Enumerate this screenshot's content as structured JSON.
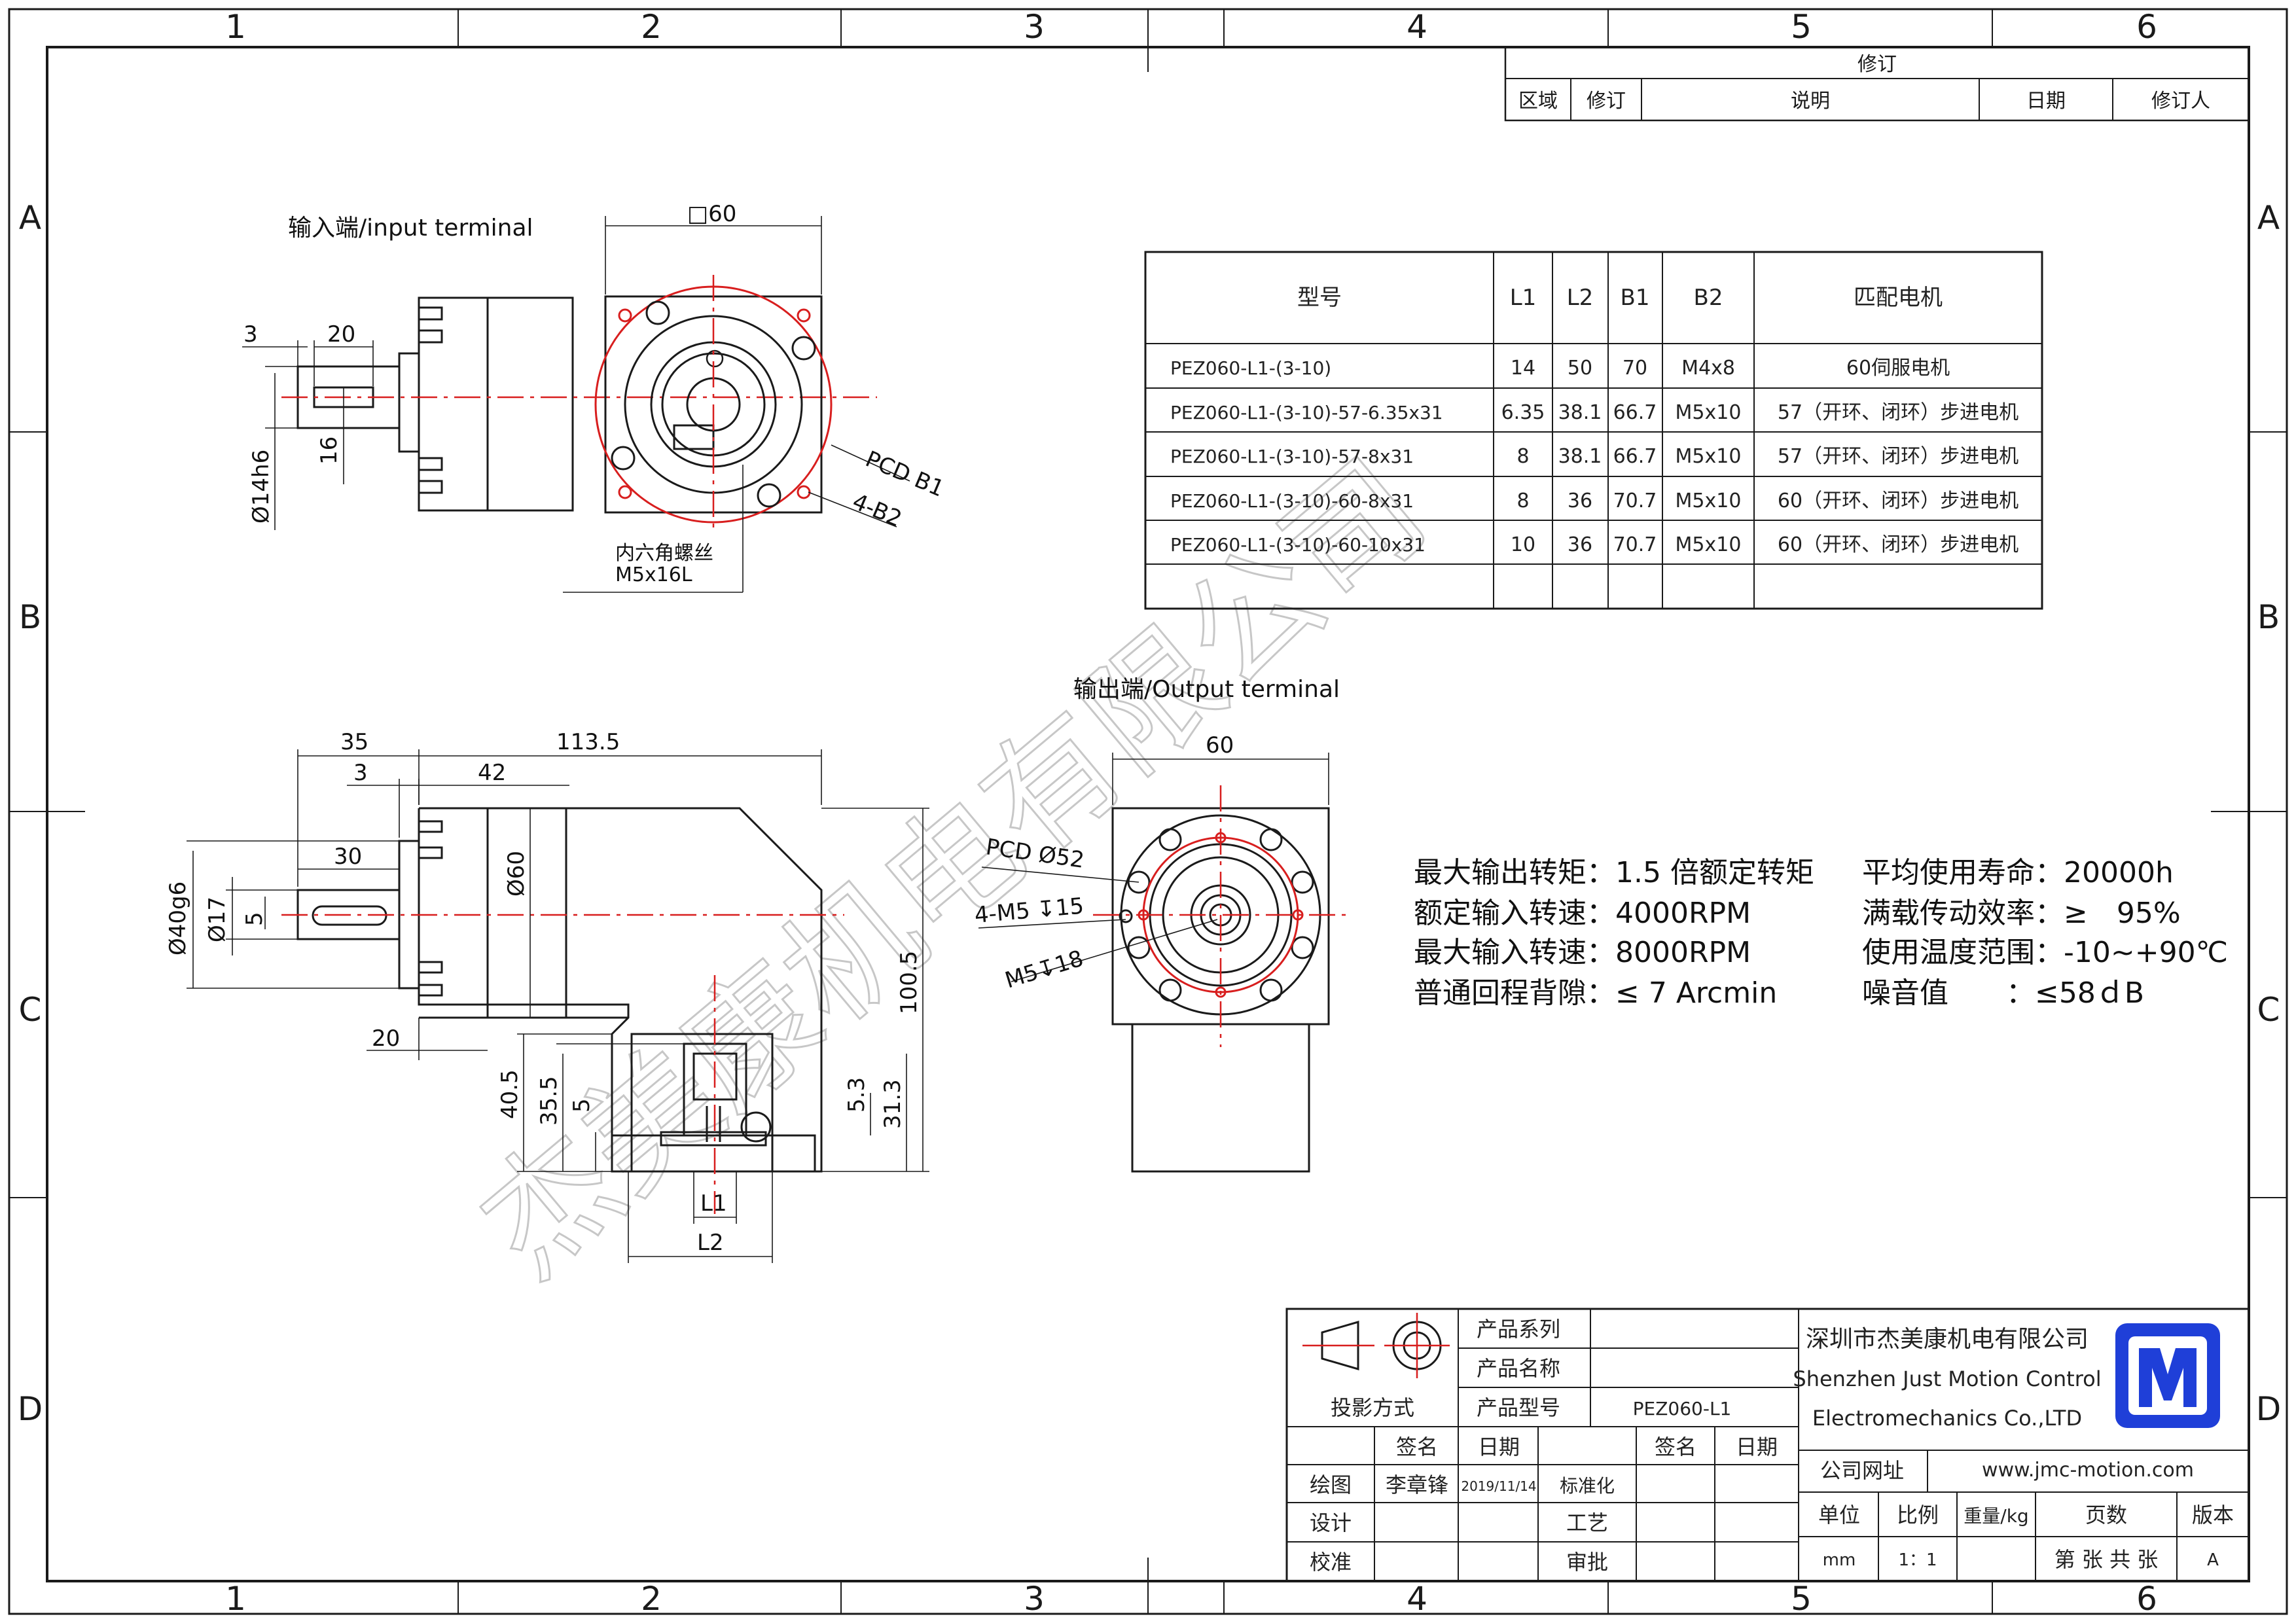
{
  "frame": {
    "columns": [
      "1",
      "2",
      "3",
      "4",
      "5",
      "6"
    ],
    "rows": [
      "A",
      "B",
      "C",
      "D"
    ]
  },
  "revision": {
    "title": "修订",
    "headers": [
      "区域",
      "修订",
      "说明",
      "日期",
      "修订人"
    ]
  },
  "input_view": {
    "title": "输入端/input terminal",
    "dims": {
      "square": "□60",
      "key_offset": "3",
      "key_len": "20",
      "key_w": "16",
      "shaft": "Ø14h6",
      "pcd": "PCD B1",
      "holes": "4-B2"
    },
    "screw_label_1": "内六角螺丝",
    "screw_label_2": "M5x16L"
  },
  "spec_table": {
    "headers": [
      "型号",
      "L1",
      "L2",
      "B1",
      "B2",
      "匹配电机"
    ],
    "rows": [
      [
        "PEZ060-L1-(3-10)",
        "14",
        "50",
        "70",
        "M4x8",
        "60伺服电机"
      ],
      [
        "PEZ060-L1-(3-10)-57-6.35x31",
        "6.35",
        "38.1",
        "66.7",
        "M5x10",
        "57（开环、闭环）步进电机"
      ],
      [
        "PEZ060-L1-(3-10)-57-8x31",
        "8",
        "38.1",
        "66.7",
        "M5x10",
        "57（开环、闭环）步进电机"
      ],
      [
        "PEZ060-L1-(3-10)-60-8x31",
        "8",
        "36",
        "70.7",
        "M5x10",
        "60（开环、闭环）步进电机"
      ],
      [
        "PEZ060-L1-(3-10)-60-10x31",
        "10",
        "36",
        "70.7",
        "M5x10",
        "60（开环、闭环）步进电机"
      ]
    ]
  },
  "side_view": {
    "dims": {
      "d35": "35",
      "d3": "3",
      "d42": "42",
      "d1135": "113.5",
      "d30": "30",
      "d40g6": "Ø40g6",
      "d17": "Ø17",
      "d5": "5",
      "d60": "Ø60",
      "d20": "20",
      "d1005": "100.5",
      "d405": "40.5",
      "d355": "35.5",
      "d5b": "5",
      "d53": "5.3",
      "d313": "31.3",
      "L1": "L1",
      "L2": "L2"
    }
  },
  "output_view": {
    "title": "输出端/Output terminal",
    "dims": {
      "width": "60",
      "pcd": "PCD Ø52",
      "holes": "4-M5 ↧15",
      "tap": "M5↧18"
    }
  },
  "specs_left": [
    {
      "label": "最大输出转矩",
      "value": "：1.5 倍额定转矩"
    },
    {
      "label": "额定输入转速",
      "value": "：4000RPM"
    },
    {
      "label": "最大输入转速",
      "value": "：8000RPM"
    },
    {
      "label": "普通回程背隙",
      "value": "：≤ 7 Arcmin"
    }
  ],
  "specs_right": [
    {
      "label": "平均使用寿命",
      "value": "：20000h"
    },
    {
      "label": "满载传动效率",
      "value": "：≥　95%"
    },
    {
      "label": "使用温度范围",
      "value": "：-10~+90℃"
    },
    {
      "label": "噪音值",
      "value": "　　：≤58ｄB"
    }
  ],
  "watermark": "杰美康机电有限公司",
  "title_block": {
    "projection": "投影方式",
    "product_series": "产品系列",
    "product_name": "产品名称",
    "product_model": "产品型号",
    "model_value": "PEZ060-L1",
    "sign": "签名",
    "date": "日期",
    "sign2": "签名",
    "date2": "日期",
    "draw": "绘图",
    "drawer": "李章锋",
    "draw_date": "2019/11/14",
    "standard": "标准化",
    "design": "设计",
    "craft": "工艺",
    "check": "校准",
    "approve": "审批",
    "company_cn": "深圳市杰美康机电有限公司",
    "company_en_1": "Shenzhen Just Motion Control",
    "company_en_2": "Electromechanics Co.,LTD",
    "web_label": "公司网址",
    "web_value": "www.jmc-motion.com",
    "unit_label": "单位",
    "scale_label": "比例",
    "weight_label": "重量/kg",
    "pages_label": "页数",
    "version_label": "版本",
    "unit_value": "mm",
    "scale_value": "1：1",
    "pages_value": "第 张 共 张",
    "version_value": "A"
  },
  "colors": {
    "ink": "#1a1a1a",
    "center_line": "#d81e1e",
    "logo": "#1f3fd8"
  }
}
